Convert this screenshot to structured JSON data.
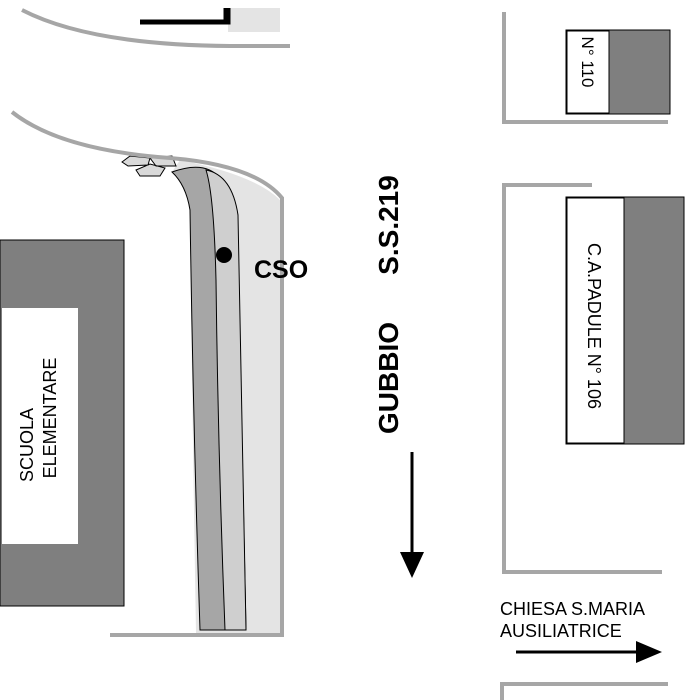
{
  "map": {
    "labels": {
      "cso": "CSO",
      "road_name": "GUBBIO",
      "road_code": "S.S.219",
      "school_line1": "SCUOLA",
      "school_line2": "ELEMENTARE",
      "house_110": "N° 110",
      "house_106": "C.A.PADULE N° 106",
      "church_line1": "CHIESA S.MARIA",
      "church_line2": "AUSILIATRICE"
    },
    "colors": {
      "building_dark": "#7f7f7f",
      "outline_gray": "#a6a6a6",
      "channel_mid": "#a6a6a6",
      "channel_light": "#d9d9d9",
      "ink": "#000000",
      "paper": "#ffffff"
    },
    "icons": {
      "cso_marker": "filled-circle",
      "road_direction": "arrow-down",
      "church_direction": "arrow-right"
    }
  }
}
